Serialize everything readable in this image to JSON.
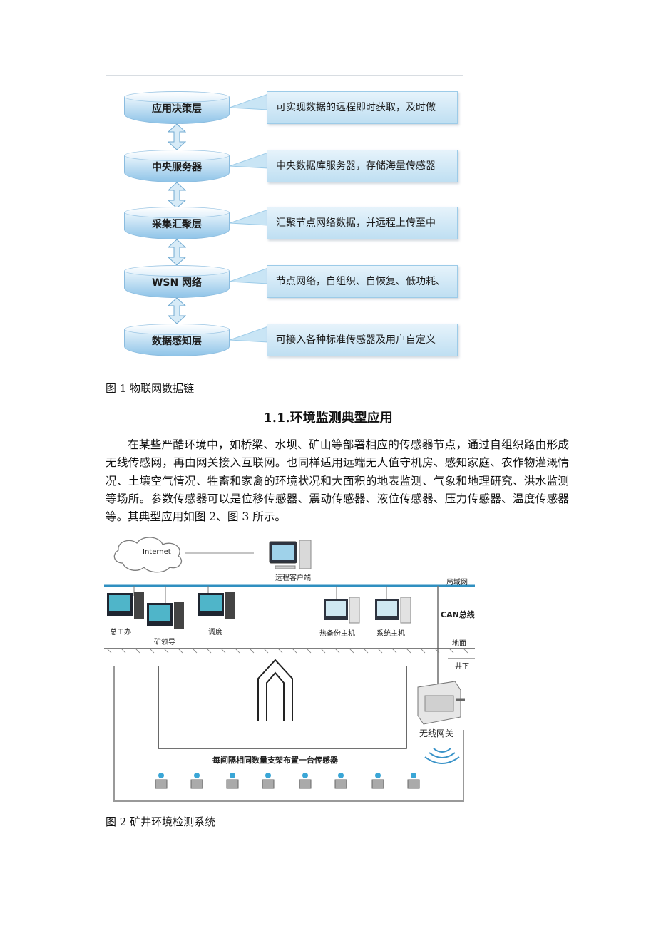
{
  "figure1": {
    "layers": [
      {
        "label": "应用决策层",
        "desc": "可实现数据的远程即时获取，及时做"
      },
      {
        "label": "中央服务器",
        "desc": "中央数据库服务器，存储海量传感器"
      },
      {
        "label": "采集汇聚层",
        "desc": "汇聚节点网络数据，并远程上传至中"
      },
      {
        "label": "WSN 网络",
        "desc": "节点网络，自组织、自恢复、低功耗、"
      },
      {
        "label": "数据感知层",
        "desc": "可接入各种标准传感器及用户自定义"
      }
    ],
    "caption": "图 1 物联网数据链"
  },
  "section": {
    "heading": "1.1.环境监测典型应用",
    "paragraph": "在某些严酷环境中，如桥梁、水坝、矿山等部署相应的传感器节点，通过自组织路由形成无线传感网，再由网关接入互联网。也同样适用远端无人值守机房、感知家庭、农作物灌溉情况、土壤空气情况、牲畜和家禽的环境状况和大面积的地表监测、气象和地理研究、洪水监测等场所。参数传感器可以是位移传感器、震动传感器、液位传感器、压力传感器、温度传感器等。其典型应用如图 2、图 3 所示。"
  },
  "figure2": {
    "internet": "Internet",
    "remote_client": "远程客户端",
    "lan": "局域网",
    "can_bus": "CAN总线",
    "ground": "地面",
    "underground": "井下",
    "computers": [
      "总工办",
      "矿领导",
      "调度",
      "热备份主机",
      "系统主机"
    ],
    "gateway": "无线网关",
    "sensor_note": "每间隔相同数量支架布置一台传感器",
    "caption": "图 2 矿井环境检测系统"
  }
}
